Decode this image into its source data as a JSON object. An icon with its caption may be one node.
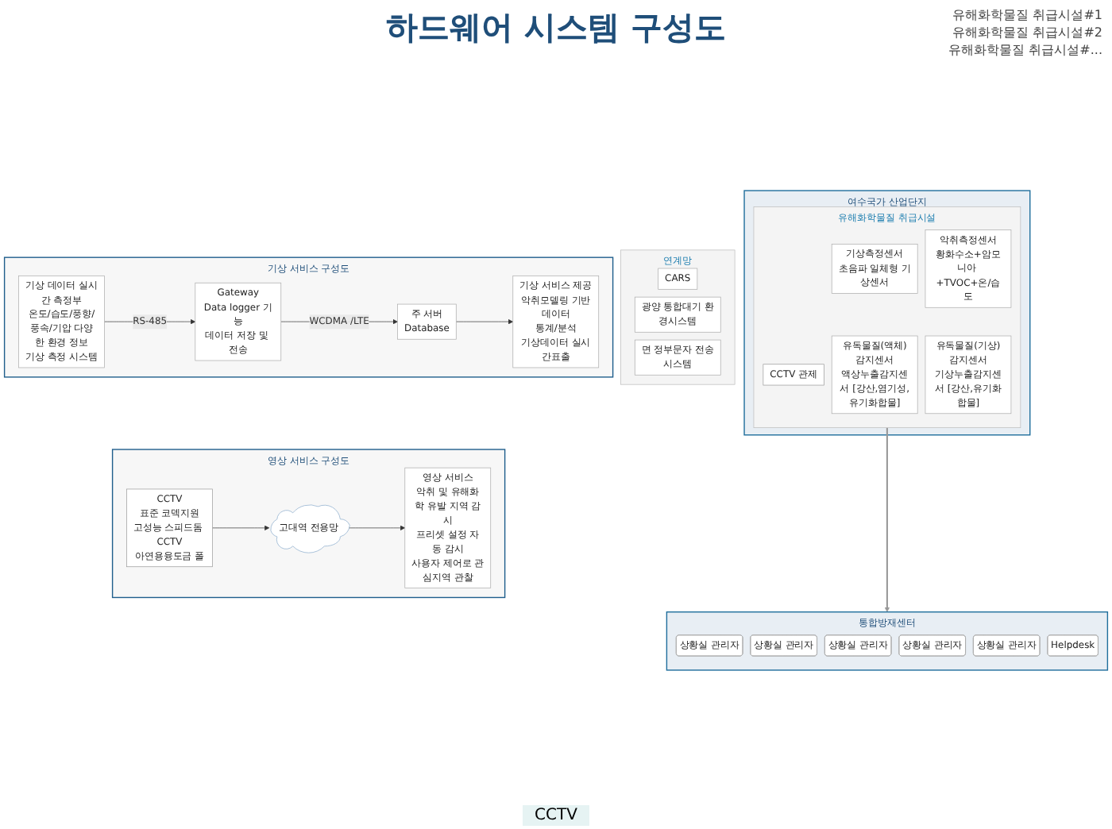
{
  "diagram": {
    "title": "하드웨어 시스템 구성도",
    "nodes": [
      {
        "text": [
          "여수국가 산업단지"
        ]
      },
      {
        "text": [
          "유해화학물질 취급시설"
        ],
        "in": 0,
        "beside": [
          "유해화학물질 취급시설#1",
          "유해화학물질 취급시설#2",
          "유해화학물질 취급시설#..."
        ]
      },
      {
        "text": [
          "CCTV 관제"
        ],
        "in": 1
      },
      {
        "text": [
          "기상측정센서",
          "초음파 일체형 기상센서"
        ],
        "in": 1
      },
      {
        "text": [
          "악취측정센서",
          "황화수소+암모니아 +TVOC+온/습도"
        ],
        "in": 1
      },
      {
        "text": [
          "유독물질(액체)감지센서",
          "액상누출감지센서 [강산,염기성,유기화합물]"
        ],
        "in": 1
      },
      {
        "text": [
          "유독물질(기상)감지센서",
          "기상누출감지센서 [강산,유기화합물]"
        ],
        "in": 1
      },
      {
        "text": [
          "통합방재센터"
        ]
      },
      {
        "text": [
          "상황실 관리자"
        ],
        "in": 7
      },
      {
        "text": [
          "상황실 관리자"
        ],
        "in": 7
      },
      {
        "text": [
          "상황실 관리자"
        ],
        "in": 7
      },
      {
        "text": [
          "상황실 관리자"
        ],
        "in": 7
      },
      {
        "text": [
          "상황실 관리자"
        ],
        "in": 7
      },
      {
        "text": [
          "Helpdesk"
        ],
        "in": 7
      },
      {
        "text": [
          "연계망"
        ]
      },
      {
        "text": [
          "CARS"
        ],
        "in": 14
      },
      {
        "text": [
          "광양 통합대기 환경시스템"
        ],
        "in": 14
      },
      {
        "text": [
          "면 정부문자 전송시스템"
        ],
        "in": 14
      },
      {
        "text": [
          "기상 서비스 구성도"
        ]
      },
      {
        "text": [
          "기상 데이터 실시간 측정부",
          "온도/습도/풍향/풍속/기압 다양한 환경 정보",
          "기상 측정 시스템"
        ],
        "in": 18
      },
      {
        "text": [
          "Gateway",
          "Data logger 기능",
          "데이터 저장 및 전송"
        ],
        "in": 18
      },
      {
        "text": [
          "주 서버",
          "Database"
        ],
        "in": 18
      },
      {
        "text": [
          "기상 서비스 제공",
          "악취모델링 기반데이터",
          "통계/분석",
          "기상데이터 실시간표출"
        ],
        "in": 18
      },
      {
        "text": [
          "영상 서비스 구성도"
        ]
      },
      {
        "text": [
          "CCTV",
          "표준 코덱지원",
          "고성능 스피드돔 CCTV",
          "아연용융도금 폴"
        ],
        "in": 23
      },
      {
        "text": [
          "고대역 전용망"
        ],
        "in": 23
      },
      {
        "text": [
          "영상 서비스",
          "악취 및 유해화학 유발 지역 감시",
          "프리셋 설정 자동 감시",
          "사용자 제어로 관심지역 관찰"
        ],
        "in": 23
      }
    ],
    "edges": [
      {
        "from": 1,
        "to": 7,
        "arrow": "to",
        "color": "#999999"
      },
      {
        "from": 19,
        "to": 20,
        "arrow": "to",
        "label": "RS-485"
      },
      {
        "from": 20,
        "to": 21,
        "arrow": "to",
        "label": "WCDMA /LTE"
      },
      {
        "from": 21,
        "to": 22,
        "arrow": "to"
      },
      {
        "from": 24,
        "to": 25,
        "arrow": "to"
      },
      {
        "from": 25,
        "to": 26,
        "arrow": "to"
      }
    ],
    "labels": [
      "CCTV"
    ]
  }
}
